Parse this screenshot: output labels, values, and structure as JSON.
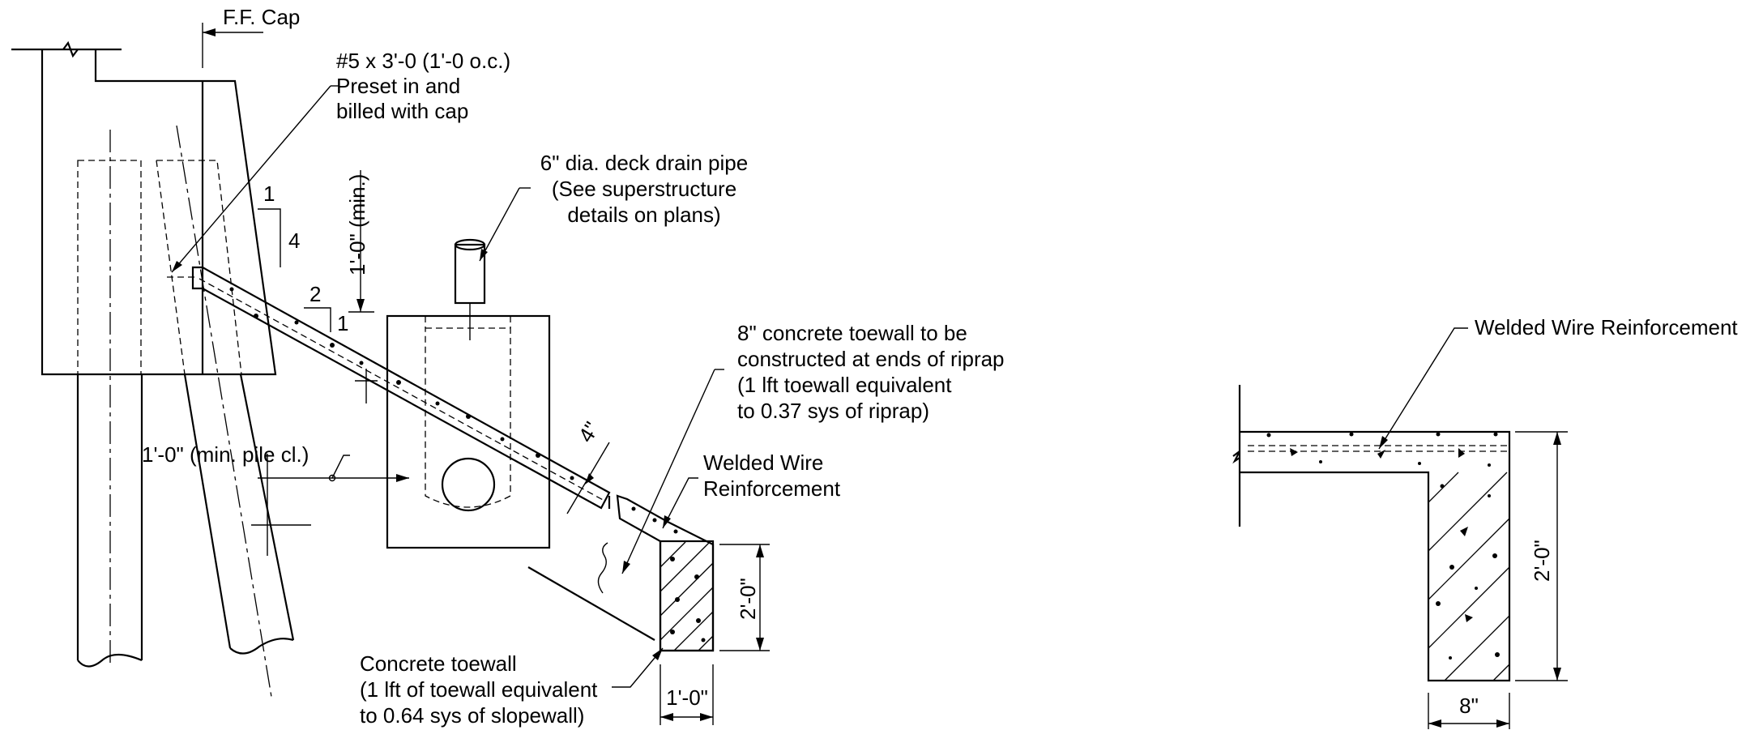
{
  "labels": {
    "ff_cap": "F.F. Cap",
    "rebar_line1": "#5 x 3'-0 (1'-0 o.c.)",
    "rebar_line2": "Preset in and",
    "rebar_line3": "billed with cap",
    "drain_line1": "6\" dia. deck drain pipe",
    "drain_line2": "(See superstructure",
    "drain_line3": "details on plans)",
    "min_height": "1'-0\" (min.)",
    "slope_a_rise": "1",
    "slope_a_run": "4",
    "slope_b_run": "2",
    "slope_b_rise": "1",
    "toewall_line1": "8\" concrete toewall to be",
    "toewall_line2": "constructed at ends of riprap",
    "toewall_line3": "(1 lft toewall equivalent",
    "toewall_line4": "to 0.37 sys of riprap)",
    "thickness": "4\"",
    "pile_clear": "1'-0\" (min. pile cl.)",
    "wwr_line1": "Welded Wire",
    "wwr_line2": "Reinforcement",
    "toe_height": "2'-0\"",
    "toe_width": "1'-0\"",
    "concrete_line1": "Concrete toewall",
    "concrete_line2": "(1 lft of toewall equivalent",
    "concrete_line3": "to 0.64 sys of slopewall)",
    "detail_wwr": "Welded Wire Reinforcement",
    "detail_height": "2'-0\"",
    "detail_width": "8\""
  }
}
